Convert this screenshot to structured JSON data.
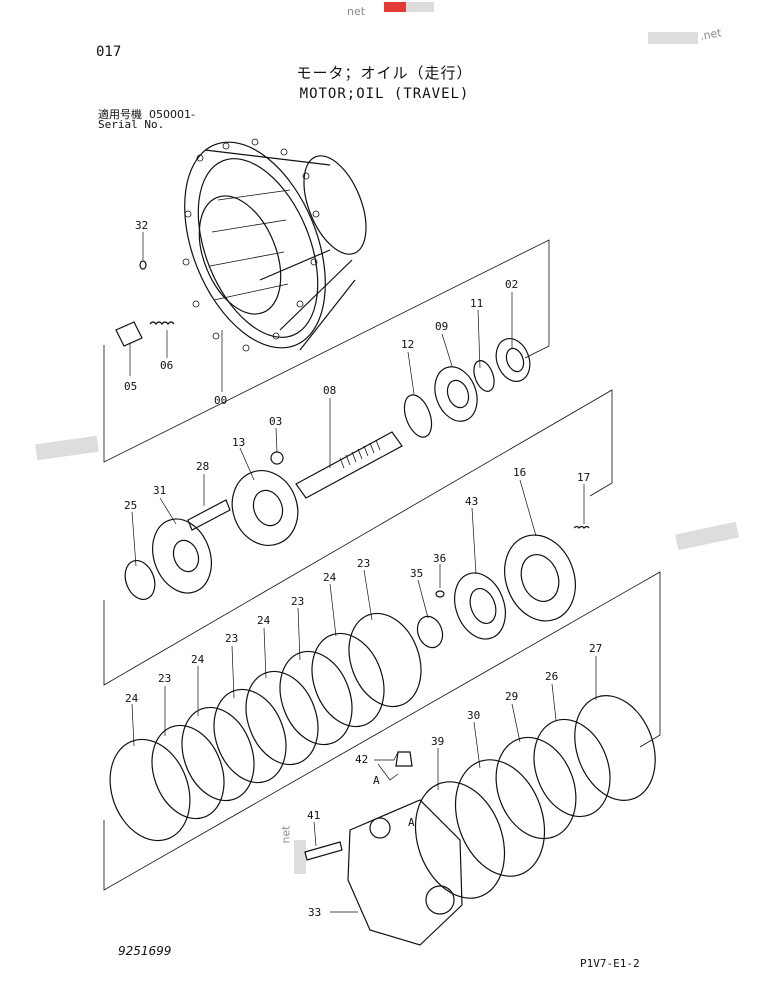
{
  "page_number": "017",
  "title_jp": "モータ；オイル（走行）",
  "title_en": "MOTOR;OIL (TRAVEL)",
  "serial_label_jp": "適用号機",
  "serial_value": "050001-",
  "serial_label_en": "Serial No.",
  "doc_code": "9251699",
  "page_code": "P1V7-E1-2",
  "watermarks": {
    "top": "ʇəu",
    "right": ".net",
    "left": "ʇəu"
  },
  "callouts": {
    "c32": "32",
    "c05": "05",
    "c06": "06",
    "c00": "00",
    "c02": "02",
    "c11": "11",
    "c09": "09",
    "c12": "12",
    "c08": "08",
    "c03": "03",
    "c13": "13",
    "c28": "28",
    "c31": "31",
    "c25": "25",
    "c16": "16",
    "c17": "17",
    "c43": "43",
    "c36": "36",
    "c35": "35",
    "c23a": "23",
    "c24a": "24",
    "c23b": "23",
    "c24b": "24",
    "c23c": "23",
    "c24c": "24",
    "c23d": "23",
    "c24d": "24",
    "c27": "27",
    "c26": "26",
    "c29": "29",
    "c30": "30",
    "c39": "39",
    "c42": "42",
    "cA1": "A",
    "cA2": "A",
    "c41": "41",
    "c33": "33"
  }
}
